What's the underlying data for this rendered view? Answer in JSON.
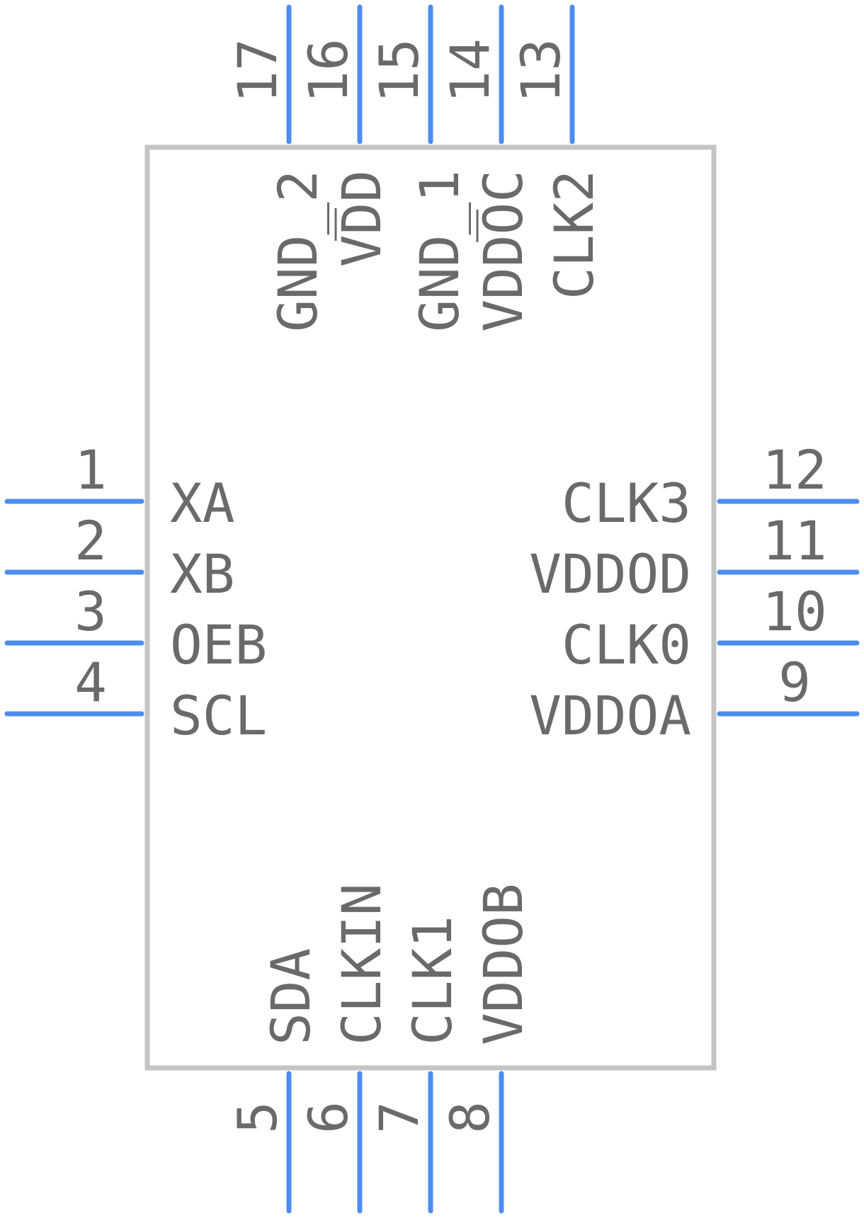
{
  "component": {
    "left_pins": [
      {
        "number": "1",
        "name": "XA"
      },
      {
        "number": "2",
        "name": "XB"
      },
      {
        "number": "3",
        "name": "OEB"
      },
      {
        "number": "4",
        "name": "SCL"
      }
    ],
    "bottom_pins": [
      {
        "number": "5",
        "name": "SDA"
      },
      {
        "number": "6",
        "name": "CLKIN"
      },
      {
        "number": "7",
        "name": "CLK1"
      },
      {
        "number": "8",
        "name": "VDDOB"
      }
    ],
    "right_pins": [
      {
        "number": "9",
        "name": "VDDOA"
      },
      {
        "number": "10",
        "name": "CLK0"
      },
      {
        "number": "11",
        "name": "VDDOD"
      },
      {
        "number": "12",
        "name": "CLK3"
      }
    ],
    "top_pins": [
      {
        "number": "13",
        "name": "CLK2"
      },
      {
        "number": "14",
        "name": "VDDOC"
      },
      {
        "number": "15",
        "name": "GND_1"
      },
      {
        "number": "16",
        "name": "VDD"
      },
      {
        "number": "17",
        "name": "GND_2"
      }
    ]
  },
  "colors": {
    "pin": "#4c8ef0",
    "body_outline": "#c4c4c4",
    "text": "#6a6a6a"
  }
}
